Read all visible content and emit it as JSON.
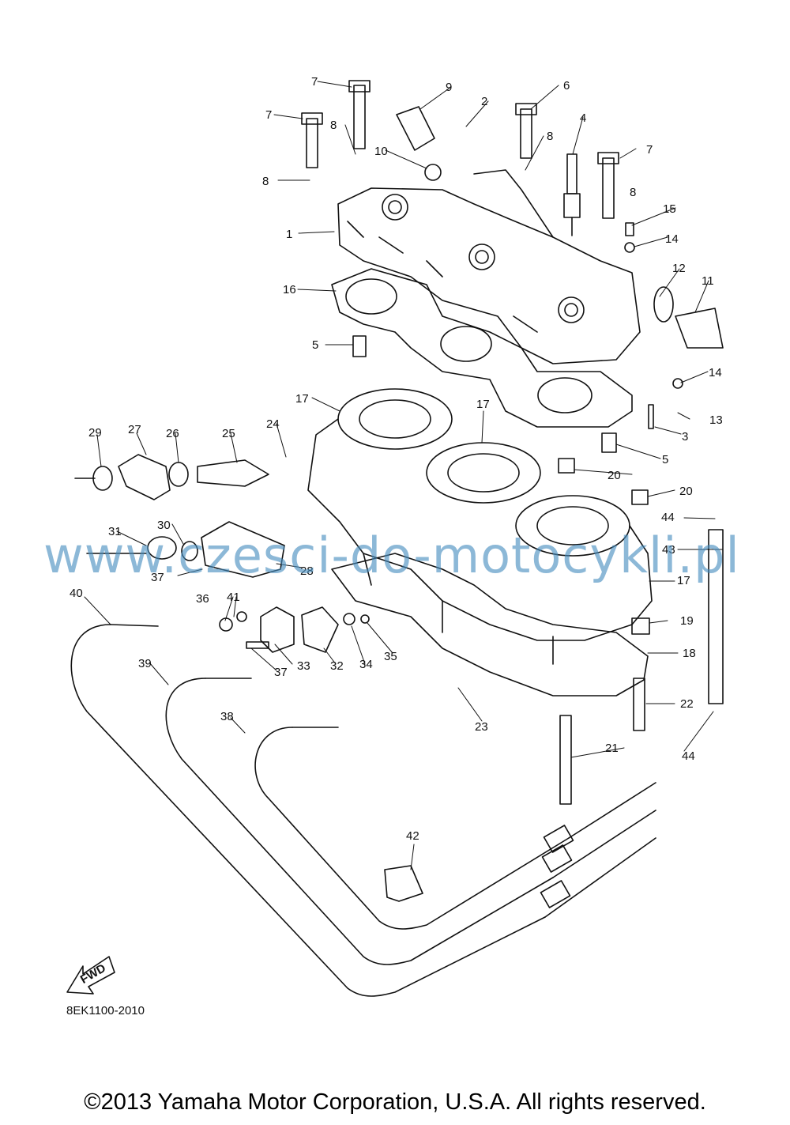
{
  "diagram": {
    "part_numbers": [
      "1",
      "2",
      "3",
      "4",
      "5",
      "5",
      "6",
      "7",
      "7",
      "7",
      "8",
      "8",
      "8",
      "8",
      "9",
      "10",
      "11",
      "12",
      "13",
      "14",
      "14",
      "15",
      "16",
      "17",
      "17",
      "17",
      "18",
      "19",
      "20",
      "20",
      "21",
      "22",
      "23",
      "24",
      "25",
      "26",
      "27",
      "28",
      "29",
      "30",
      "31",
      "32",
      "33",
      "34",
      "35",
      "36",
      "37",
      "37",
      "38",
      "39",
      "40",
      "41",
      "42",
      "43",
      "44",
      "44"
    ],
    "fwd_label": "FWD",
    "diagram_code": "8EK1100-2010",
    "watermark": "www.czesci-do-motocykli.pl",
    "copyright": "©2013 Yamaha Motor Corporation, U.S.A. All rights reserved."
  }
}
